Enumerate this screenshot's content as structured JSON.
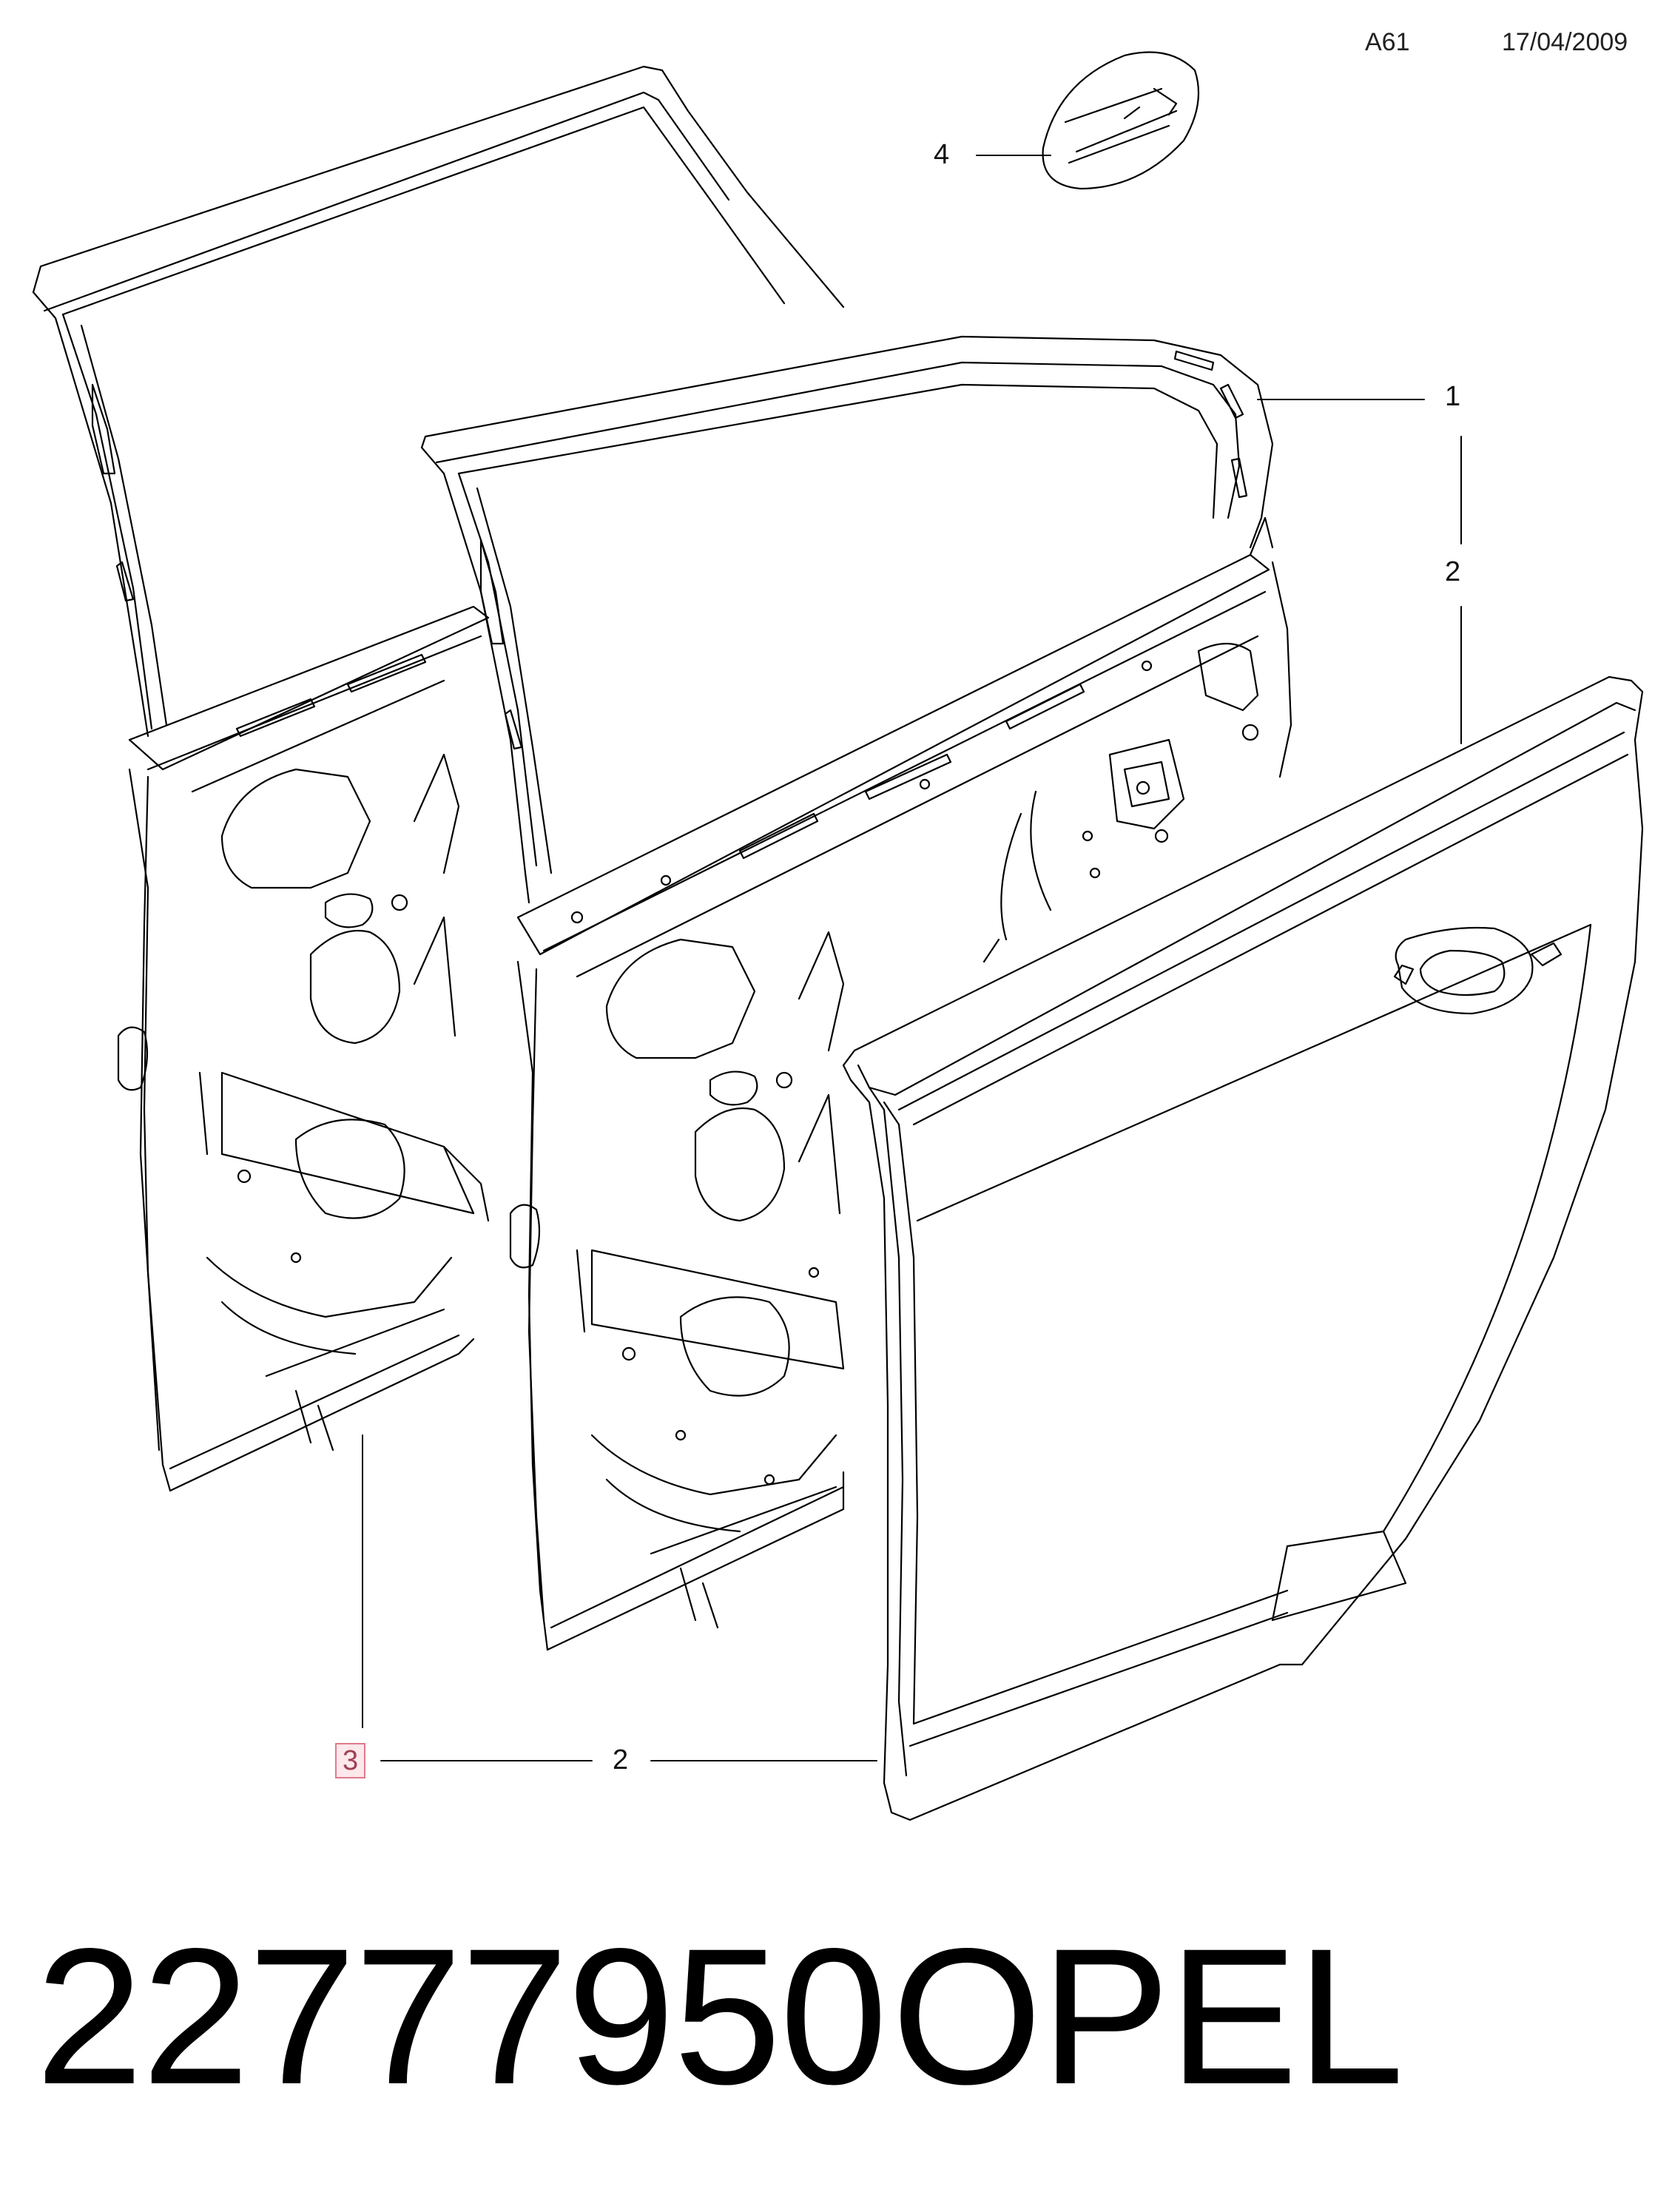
{
  "header": {
    "code": "A61",
    "date": "17/04/2009"
  },
  "callouts": {
    "c1": "1",
    "c2a": "2",
    "c2b": "2",
    "c3": "3",
    "c4": "4"
  },
  "footer": {
    "part_number": "22777950",
    "brand": "OPEL"
  }
}
